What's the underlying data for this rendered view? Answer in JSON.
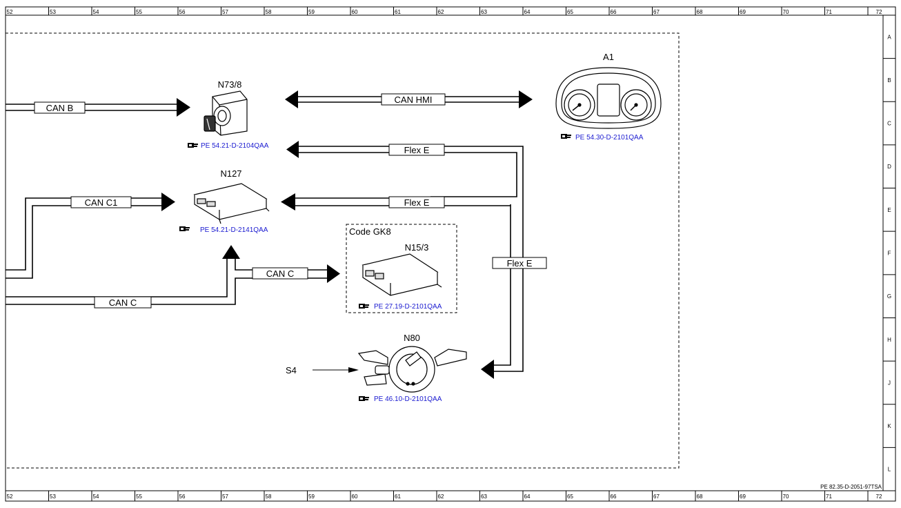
{
  "ruler": {
    "columns": [
      "52",
      "53",
      "54",
      "55",
      "56",
      "57",
      "58",
      "59",
      "60",
      "61",
      "62",
      "63",
      "64",
      "65",
      "66",
      "67",
      "68",
      "69",
      "70",
      "71",
      "72"
    ],
    "rows": [
      "A",
      "B",
      "C",
      "D",
      "E",
      "F",
      "G",
      "H",
      "J",
      "K",
      "L"
    ]
  },
  "components": {
    "a1": {
      "id": "A1",
      "ref": "PE 54.30-D-2101QAA"
    },
    "n73_8": {
      "id": "N73/8",
      "ref": "PE 54.21-D-2104QAA"
    },
    "n127": {
      "id": "N127",
      "ref": "PE 54.21-D-2141QAA"
    },
    "n15_3": {
      "id": "N15/3",
      "ref": "PE 27.19-D-2101QAA"
    },
    "n80": {
      "id": "N80",
      "ref": "PE 46.10-D-2101QAA"
    },
    "s4": {
      "id": "S4"
    }
  },
  "buses": {
    "can_b": "CAN B",
    "can_hmi": "CAN HMI",
    "flex_e_upper": "Flex E",
    "flex_e_lower": "Flex E",
    "flex_e_vertical": "Flex E",
    "can_c1": "CAN C1",
    "can_c_to_n15": "CAN C",
    "can_c_main": "CAN C"
  },
  "code_box": {
    "label": "Code GK8"
  },
  "document_id": "PE 82.35-D-2051-97TSA"
}
